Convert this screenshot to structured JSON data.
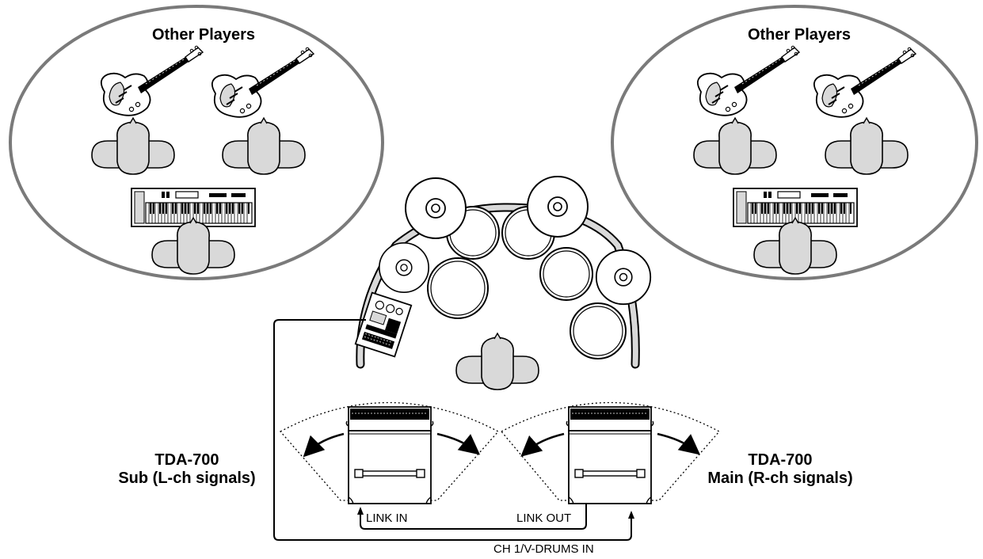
{
  "groups": {
    "left_title": "Other Players",
    "right_title": "Other Players"
  },
  "amps": {
    "sub": {
      "model": "TDA-700",
      "role": "Sub (L-ch signals)"
    },
    "main": {
      "model": "TDA-700",
      "role": "Main (R-ch signals)"
    }
  },
  "connections": {
    "link_in": "LINK IN",
    "link_out": "LINK OUT",
    "ch1_in": "CH 1/V-DRUMS IN"
  },
  "colors": {
    "group_outline": "#7a7a7a",
    "shape_fill": "#d9d9d9",
    "line": "#000000",
    "background": "#ffffff"
  }
}
